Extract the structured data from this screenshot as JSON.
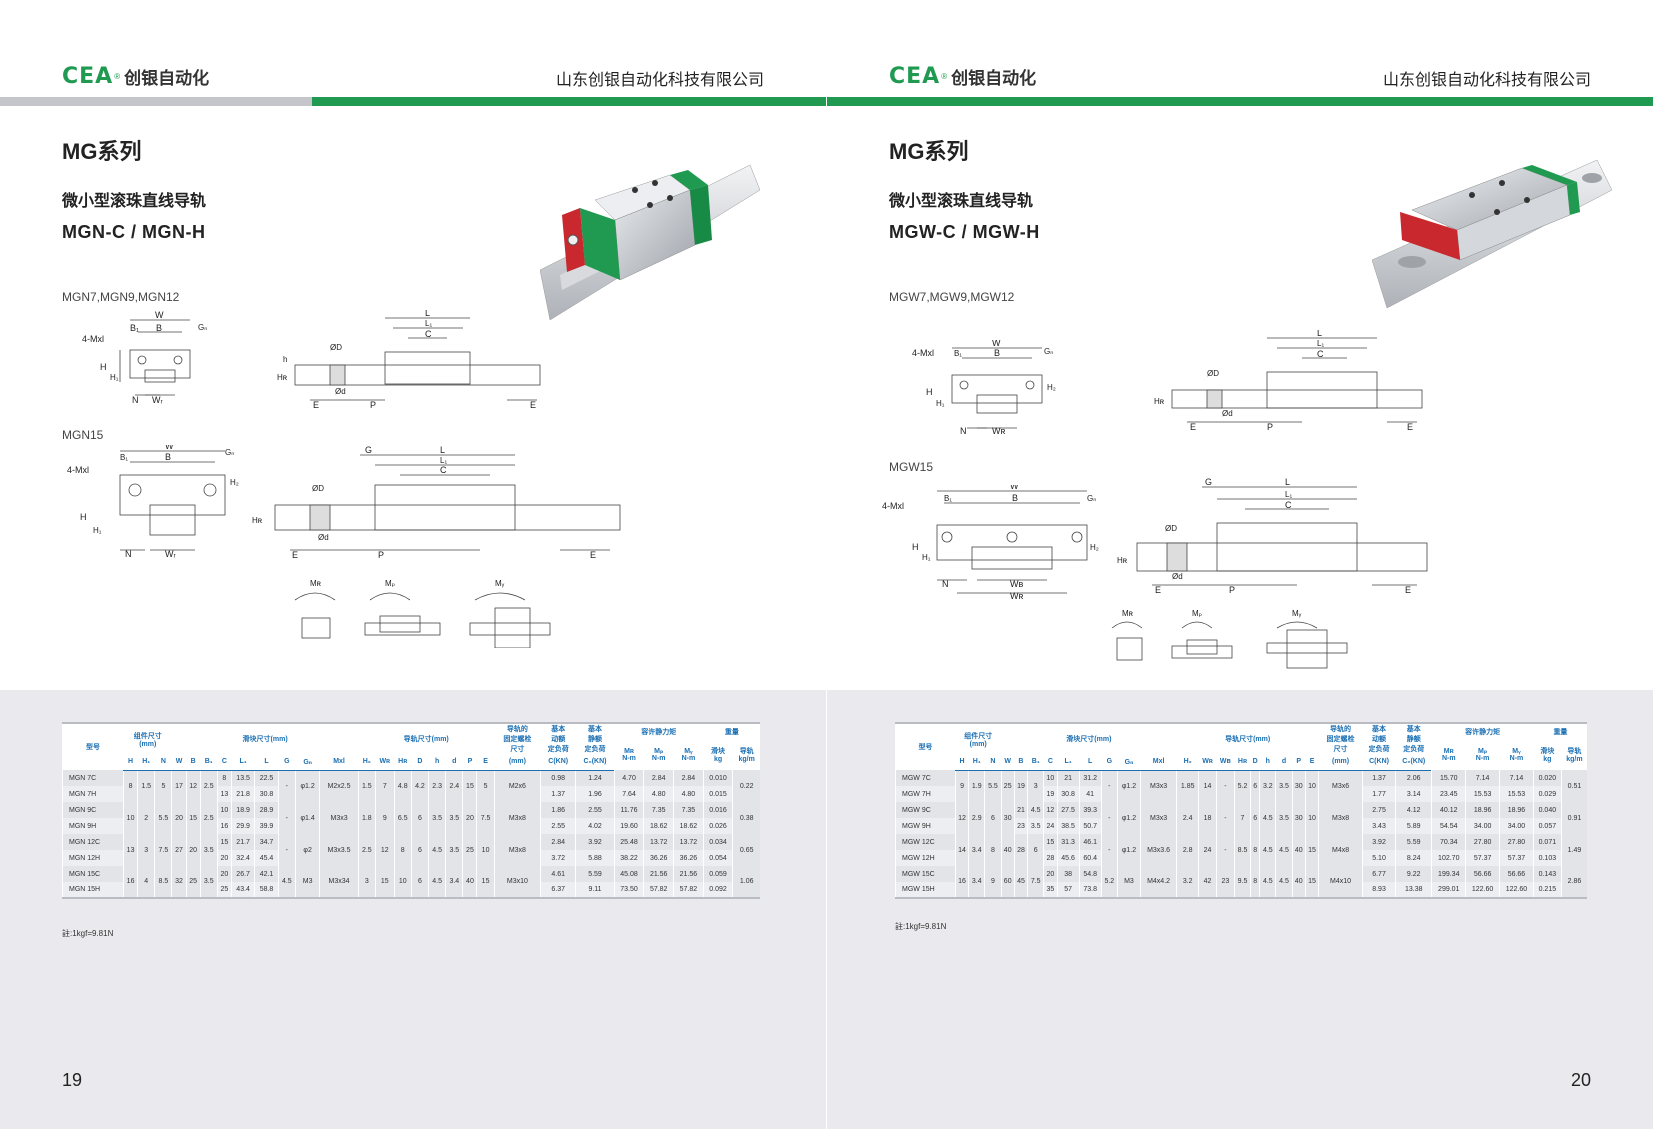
{
  "left": {
    "logo": {
      "mark": "CEA",
      "reg": "®",
      "name": "创银自动化"
    },
    "company": "山东创银自动化科技有限公司",
    "series": "MG系列",
    "subtitle": "微小型滚珠直线导轨",
    "model": "MGN-C / MGN-H",
    "diagram1_label": "MGN7,MGN9,MGN12",
    "diagram2_label": "MGN15",
    "note": "註:1kgf=9.81N",
    "page_number": "19"
  },
  "right": {
    "logo": {
      "mark": "CEA",
      "reg": "®",
      "name": "创银自动化"
    },
    "company": "山东创银自动化科技有限公司",
    "series": "MG系列",
    "subtitle": "微小型滚珠直线导轨",
    "model": "MGW-C / MGW-H",
    "diagram1_label": "MGW7,MGW9,MGW12",
    "diagram2_label": "MGW15",
    "note": "註:1kgf=9.81N",
    "page_number": "20"
  },
  "colors": {
    "brand_green": "#1f9a50",
    "bar_gray": "#b9bcc3",
    "header_blue": "#1a6fb3",
    "block_red": "#c8282e"
  },
  "dim_labels": {
    "W": "W",
    "B": "B",
    "B1": "B₁",
    "G": "G",
    "Gn": "Gₙ",
    "Mxl": "4-Mxl",
    "H": "H",
    "H1": "H₁",
    "H2": "H₂",
    "N": "N",
    "WR": "Wᵣ",
    "WB": "Wʙ",
    "L": "L",
    "L1": "L₁",
    "C": "C",
    "D": "ØD",
    "d": "Ød",
    "h": "h",
    "HR": "Hʀ",
    "E": "E",
    "P": "P",
    "MR": "Mʀ",
    "MP": "Mₚ",
    "MY": "Mᵧ"
  },
  "mgn_table": {
    "group_headers": [
      "型号",
      "组件尺寸\n(mm)",
      "滑块尺寸(mm)",
      "导轨尺寸(mm)",
      "导轨的\n固定螺栓\n尺寸",
      "基本\n动额\n定负荷",
      "基本\n静额\n定负荷",
      "容许静力矩",
      "重量"
    ],
    "moment_sub": [
      "Mʀ\nN-m",
      "Mₚ\nN-m",
      "Mᵧ\nN-m"
    ],
    "weight_sub": [
      "滑块\nkg",
      "导轨\nkg/m"
    ],
    "columns": [
      "H",
      "H₁",
      "N",
      "W",
      "B",
      "B₁",
      "C",
      "L₁",
      "L",
      "G",
      "Gₙ",
      "Mxl",
      "H₂",
      "Wʀ",
      "Hʀ",
      "D",
      "h",
      "d",
      "P",
      "E",
      "(mm)",
      "C(KN)",
      "C₀(KN)"
    ],
    "groups": [
      {
        "H": "8",
        "H1": "1.5",
        "N": "5",
        "W": "17",
        "B": "12",
        "B1": "2.5",
        "G": "-",
        "Gn": "φ1.2",
        "Mxl": "M2x2.5",
        "H2": "1.5",
        "WR": "7",
        "HR": "4.8",
        "D": "4.2",
        "h": "2.3",
        "d": "2.4",
        "P": "15",
        "E": "5",
        "bolt": "M2x6",
        "rail_kg": "0.22",
        "rows": [
          {
            "model": "MGN 7C",
            "C": "8",
            "L1": "13.5",
            "L": "22.5",
            "Cd": "0.98",
            "C0": "1.24",
            "MR": "4.70",
            "MP": "2.84",
            "MY": "2.84",
            "kg": "0.010"
          },
          {
            "model": "MGN 7H",
            "C": "13",
            "L1": "21.8",
            "L": "30.8",
            "Cd": "1.37",
            "C0": "1.96",
            "MR": "7.64",
            "MP": "4.80",
            "MY": "4.80",
            "kg": "0.015"
          }
        ]
      },
      {
        "H": "10",
        "H1": "2",
        "N": "5.5",
        "W": "20",
        "B": "15",
        "B1": "2.5",
        "G": "-",
        "Gn": "φ1.4",
        "Mxl": "M3x3",
        "H2": "1.8",
        "WR": "9",
        "HR": "6.5",
        "D": "6",
        "h": "3.5",
        "d": "3.5",
        "P": "20",
        "E": "7.5",
        "bolt": "M3x8",
        "rail_kg": "0.38",
        "rows": [
          {
            "model": "MGN 9C",
            "C": "10",
            "L1": "18.9",
            "L": "28.9",
            "Cd": "1.86",
            "C0": "2.55",
            "MR": "11.76",
            "MP": "7.35",
            "MY": "7.35",
            "kg": "0.016"
          },
          {
            "model": "MGN 9H",
            "C": "16",
            "L1": "29.9",
            "L": "39.9",
            "Cd": "2.55",
            "C0": "4.02",
            "MR": "19.60",
            "MP": "18.62",
            "MY": "18.62",
            "kg": "0.026"
          }
        ]
      },
      {
        "H": "13",
        "H1": "3",
        "N": "7.5",
        "W": "27",
        "B": "20",
        "B1": "3.5",
        "G": "-",
        "Gn": "φ2",
        "Mxl": "M3x3.5",
        "H2": "2.5",
        "WR": "12",
        "HR": "8",
        "D": "6",
        "h": "4.5",
        "d": "3.5",
        "P": "25",
        "E": "10",
        "bolt": "M3x8",
        "rail_kg": "0.65",
        "rows": [
          {
            "model": "MGN 12C",
            "C": "15",
            "L1": "21.7",
            "L": "34.7",
            "Cd": "2.84",
            "C0": "3.92",
            "MR": "25.48",
            "MP": "13.72",
            "MY": "13.72",
            "kg": "0.034"
          },
          {
            "model": "MGN 12H",
            "C": "20",
            "L1": "32.4",
            "L": "45.4",
            "Cd": "3.72",
            "C0": "5.88",
            "MR": "38.22",
            "MP": "36.26",
            "MY": "36.26",
            "kg": "0.054"
          }
        ]
      },
      {
        "H": "16",
        "H1": "4",
        "N": "8.5",
        "W": "32",
        "B": "25",
        "B1": "3.5",
        "G": "4.5",
        "Gn": "M3",
        "Mxl": "M3x34",
        "H2": "3",
        "WR": "15",
        "HR": "10",
        "D": "6",
        "h": "4.5",
        "d": "3.4",
        "P": "40",
        "E": "15",
        "bolt": "M3x10",
        "rail_kg": "1.06",
        "rows": [
          {
            "model": "MGN 15C",
            "C": "20",
            "L1": "26.7",
            "L": "42.1",
            "Cd": "4.61",
            "C0": "5.59",
            "MR": "45.08",
            "MP": "21.56",
            "MY": "21.56",
            "kg": "0.059"
          },
          {
            "model": "MGN 15H",
            "C": "25",
            "L1": "43.4",
            "L": "58.8",
            "Cd": "6.37",
            "C0": "9.11",
            "MR": "73.50",
            "MP": "57.82",
            "MY": "57.82",
            "kg": "0.092"
          }
        ]
      }
    ]
  },
  "mgw_table": {
    "group_headers": [
      "型号",
      "组件尺寸\n(mm)",
      "滑块尺寸(mm)",
      "导轨尺寸(mm)",
      "导轨的\n固定螺栓\n尺寸",
      "基本\n动额\n定负荷",
      "基本\n静额\n定负荷",
      "容许静力矩",
      "重量"
    ],
    "moment_sub": [
      "Mʀ\nN-m",
      "Mₚ\nN-m",
      "Mᵧ\nN-m"
    ],
    "weight_sub": [
      "滑块\nkg",
      "导轨\nkg/m"
    ],
    "columns": [
      "H",
      "H₁",
      "N",
      "W",
      "B",
      "B₁",
      "C",
      "L₁",
      "L",
      "G",
      "Gₙ",
      "Mxl",
      "H₂",
      "Wʀ",
      "Wʙ",
      "Hʀ",
      "D",
      "h",
      "d",
      "P",
      "E",
      "(mm)",
      "C(KN)",
      "C₀(KN)"
    ],
    "groups": [
      {
        "H": "9",
        "H1": "1.9",
        "N": "5.5",
        "W": "25",
        "B": "19",
        "B1": "3",
        "G": "-",
        "Gn": "φ1.2",
        "Mxl": "M3x3",
        "H2": "1.85",
        "WR": "14",
        "WB": "-",
        "HR": "5.2",
        "D": "6",
        "h": "3.2",
        "d": "3.5",
        "P": "30",
        "E": "10",
        "bolt": "M3x6",
        "rail_kg": "0.51",
        "rows": [
          {
            "model": "MGW 7C",
            "C": "10",
            "L1": "21",
            "L": "31.2",
            "Cd": "1.37",
            "C0": "2.06",
            "MR": "15.70",
            "MP": "7.14",
            "MY": "7.14",
            "kg": "0.020"
          },
          {
            "model": "MGW 7H",
            "C": "19",
            "L1": "30.8",
            "L": "41",
            "Cd": "1.77",
            "C0": "3.14",
            "MR": "23.45",
            "MP": "15.53",
            "MY": "15.53",
            "kg": "0.029"
          }
        ]
      },
      {
        "H": "12",
        "H1": "2.9",
        "N": "6",
        "W": "30",
        "B": "",
        "B1": "",
        "G": "-",
        "Gn": "φ1.2",
        "Mxl": "M3x3",
        "H2": "2.4",
        "WR": "18",
        "WB": "-",
        "HR": "7",
        "D": "6",
        "h": "4.5",
        "d": "3.5",
        "P": "30",
        "E": "10",
        "bolt": "M3x8",
        "rail_kg": "0.91",
        "rows": [
          {
            "model": "MGW 9C",
            "B": "21",
            "B1": "4.5",
            "C": "12",
            "L1": "27.5",
            "L": "39.3",
            "Cd": "2.75",
            "C0": "4.12",
            "MR": "40.12",
            "MP": "18.96",
            "MY": "18.96",
            "kg": "0.040"
          },
          {
            "model": "MGW 9H",
            "B": "23",
            "B1": "3.5",
            "C": "24",
            "L1": "38.5",
            "L": "50.7",
            "Cd": "3.43",
            "C0": "5.89",
            "MR": "54.54",
            "MP": "34.00",
            "MY": "34.00",
            "kg": "0.057"
          }
        ]
      },
      {
        "H": "14",
        "H1": "3.4",
        "N": "8",
        "W": "40",
        "B": "28",
        "B1": "6",
        "G": "-",
        "Gn": "φ1.2",
        "Mxl": "M3x3.6",
        "H2": "2.8",
        "WR": "24",
        "WB": "-",
        "HR": "8.5",
        "D": "8",
        "h": "4.5",
        "d": "4.5",
        "P": "40",
        "E": "15",
        "bolt": "M4x8",
        "rail_kg": "1.49",
        "rows": [
          {
            "model": "MGW 12C",
            "C": "15",
            "L1": "31.3",
            "L": "46.1",
            "Cd": "3.92",
            "C0": "5.59",
            "MR": "70.34",
            "MP": "27.80",
            "MY": "27.80",
            "kg": "0.071"
          },
          {
            "model": "MGW 12H",
            "C": "28",
            "L1": "45.6",
            "L": "60.4",
            "Cd": "5.10",
            "C0": "8.24",
            "MR": "102.70",
            "MP": "57.37",
            "MY": "57.37",
            "kg": "0.103"
          }
        ]
      },
      {
        "H": "16",
        "H1": "3.4",
        "N": "9",
        "W": "60",
        "B": "45",
        "B1": "7.5",
        "G": "5.2",
        "Gn": "M3",
        "Mxl": "M4x4.2",
        "H2": "3.2",
        "WR": "42",
        "WB": "23",
        "HR": "9.5",
        "D": "8",
        "h": "4.5",
        "d": "4.5",
        "P": "40",
        "E": "15",
        "bolt": "M4x10",
        "rail_kg": "2.86",
        "rows": [
          {
            "model": "MGW 15C",
            "C": "20",
            "L1": "38",
            "L": "54.8",
            "Cd": "6.77",
            "C0": "9.22",
            "MR": "199.34",
            "MP": "56.66",
            "MY": "56.66",
            "kg": "0.143"
          },
          {
            "model": "MGW 15H",
            "C": "35",
            "L1": "57",
            "L": "73.8",
            "Cd": "8.93",
            "C0": "13.38",
            "MR": "299.01",
            "MP": "122.60",
            "MY": "122.60",
            "kg": "0.215"
          }
        ]
      }
    ]
  }
}
